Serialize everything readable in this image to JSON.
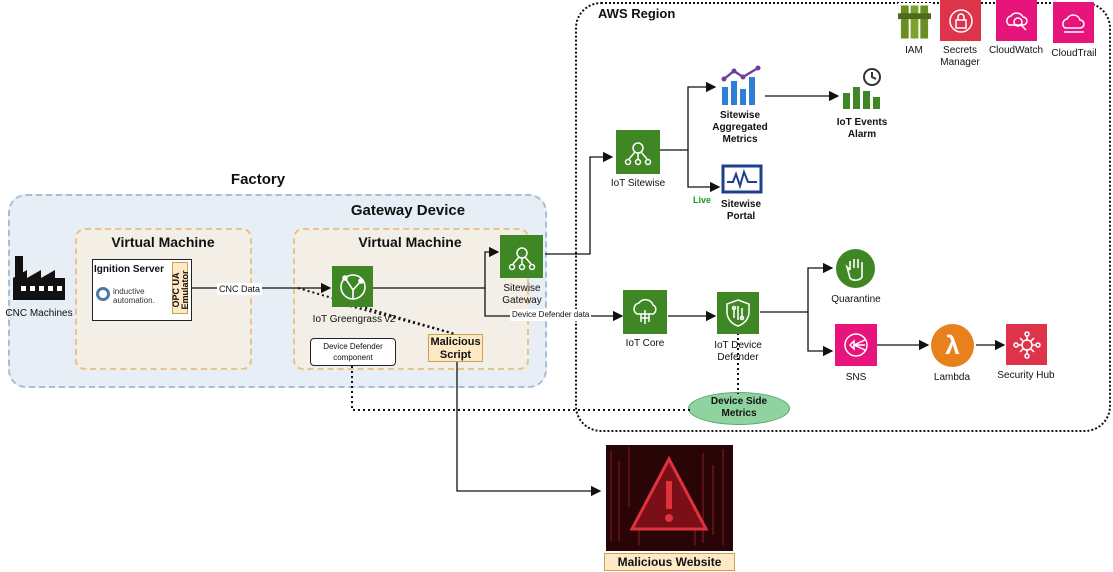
{
  "region": {
    "title": "AWS Region"
  },
  "factory": {
    "title": "Factory"
  },
  "gateway": {
    "title": "Gateway Device"
  },
  "vm1": {
    "title": "Virtual Machine"
  },
  "vm2": {
    "title": "Virtual Machine"
  },
  "ignition": {
    "label": "Ignition Server",
    "logo_text": "inductive automation.",
    "opcua": "OPC UA Emulator"
  },
  "cnc": {
    "label": "CNC Machines"
  },
  "greengrass": {
    "label": "IoT Greengrass v2"
  },
  "defender_component": {
    "label": "Device Defender component"
  },
  "malicious_script": {
    "label": "Malicious Script"
  },
  "sitewise_gateway": {
    "label": "Sitewise Gateway"
  },
  "edges": {
    "cnc_data": "CNC Data",
    "defender_data": "Device Defender data"
  },
  "iot_sitewise": {
    "label": "IoT Sitewise"
  },
  "aggregated": {
    "label": "Sitewise Aggregated Metrics"
  },
  "events_alarm": {
    "label": "IoT Events Alarm"
  },
  "portal": {
    "label": "Sitewise Portal",
    "live": "Live"
  },
  "iot_core": {
    "label": "IoT Core"
  },
  "iot_defender": {
    "label": "IoT Device Defender"
  },
  "quarantine": {
    "label": "Quarantine"
  },
  "sns": {
    "label": "SNS"
  },
  "lambda": {
    "label": "Lambda"
  },
  "security_hub": {
    "label": "Security Hub"
  },
  "device_metrics": {
    "label": "Device Side Metrics"
  },
  "malicious_website": {
    "label": "Malicious Website"
  },
  "top_services": [
    {
      "name": "IAM"
    },
    {
      "name": "Secrets Manager"
    },
    {
      "name": "CloudWatch"
    },
    {
      "name": "CloudTrail"
    }
  ],
  "colors": {
    "iot_green": "#3f8624",
    "security_red": "#dd344c",
    "mgmt_pink": "#e7157b",
    "lambda_orange": "#e8801c",
    "analytics_blue": "#2f7fd8",
    "factory_bg": "#e7eef6",
    "vm_bg": "#f3eee6",
    "highlight_yellow": "#fde9c6",
    "metrics_green": "#8fd3a0",
    "live_green": "#1a9a1a"
  }
}
